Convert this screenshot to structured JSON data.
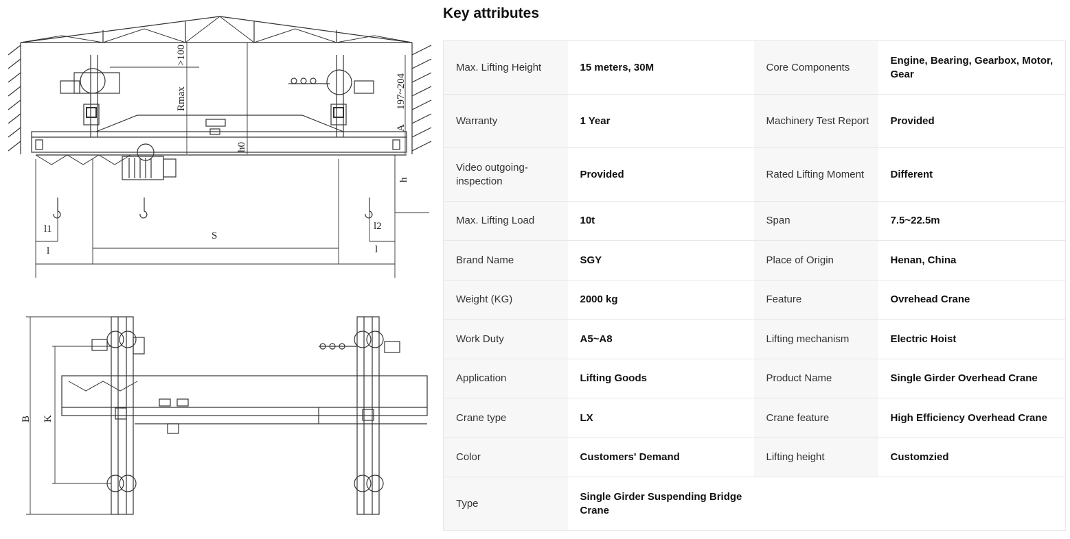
{
  "title": "Key attributes",
  "drawing_labels": {
    "rmax": "Rmax",
    "gt100": ">100",
    "dim197_204": "197~204",
    "a": "A",
    "h0": "h0",
    "h": "h",
    "s": "S",
    "l1": "l1",
    "l2": "l2",
    "l_left": "l",
    "l_right": "l",
    "b": "B",
    "k": "K"
  },
  "attributes": [
    [
      {
        "label": "Max. Lifting Height",
        "value": "15 meters, 30M"
      },
      {
        "label": "Core Components",
        "value": "Engine, Bearing, Gearbox, Motor, Gear"
      }
    ],
    [
      {
        "label": "Warranty",
        "value": "1 Year"
      },
      {
        "label": "Machinery Test Report",
        "value": "Provided"
      }
    ],
    [
      {
        "label": "Video outgoing-inspection",
        "value": "Provided"
      },
      {
        "label": "Rated Lifting Moment",
        "value": "Different"
      }
    ],
    [
      {
        "label": "Max. Lifting Load",
        "value": "10t"
      },
      {
        "label": "Span",
        "value": "7.5~22.5m"
      }
    ],
    [
      {
        "label": "Brand Name",
        "value": "SGY"
      },
      {
        "label": "Place of Origin",
        "value": "Henan, China"
      }
    ],
    [
      {
        "label": "Weight (KG)",
        "value": "2000 kg"
      },
      {
        "label": "Feature",
        "value": "Ovrehead Crane"
      }
    ],
    [
      {
        "label": "Work Duty",
        "value": "A5~A8"
      },
      {
        "label": "Lifting mechanism",
        "value": "Electric Hoist"
      }
    ],
    [
      {
        "label": "Application",
        "value": "Lifting Goods"
      },
      {
        "label": "Product Name",
        "value": "Single Girder Overhead Crane"
      }
    ],
    [
      {
        "label": "Crane type",
        "value": "LX"
      },
      {
        "label": "Crane feature",
        "value": "High Efficiency Overhead Crane"
      }
    ],
    [
      {
        "label": "Color",
        "value": "Customers' Demand"
      },
      {
        "label": "Lifting height",
        "value": "Customzied"
      }
    ],
    [
      {
        "label": "Type",
        "value": "Single Girder Suspending Bridge Crane"
      }
    ]
  ]
}
